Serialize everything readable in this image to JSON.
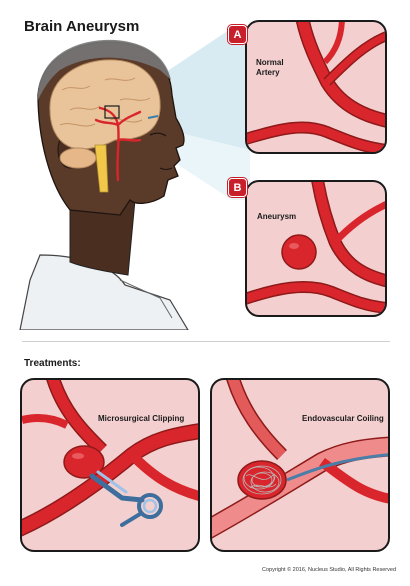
{
  "title": "Brain Aneurysm",
  "panel_a": {
    "badge": "A",
    "label_line1": "Normal",
    "label_line2": "Artery"
  },
  "panel_b": {
    "badge": "B",
    "label": "Aneurysm"
  },
  "treatments": {
    "heading": "Treatments:",
    "clipping_label": "Microsurgical Clipping",
    "coiling_label": "Endovascular Coiling"
  },
  "copyright": "Copyright © 2016, Nucleus Studio, All Rights Reserved",
  "colors": {
    "artery_red": "#d9252c",
    "artery_dark": "#8e1a1a",
    "tissue_pink": "#f3d0cf",
    "badge_red": "#c8202a",
    "skin": "#5a3a28",
    "brain": "#e9c49a"
  }
}
